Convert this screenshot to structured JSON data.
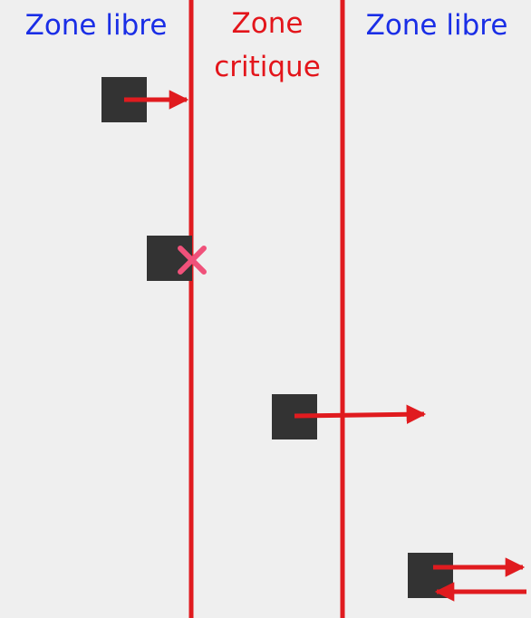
{
  "labels": {
    "left_zone": "Zone libre",
    "center_zone_line1": "Zone",
    "center_zone_line2": "critique",
    "right_zone": "Zone libre"
  },
  "colors": {
    "background": "#efefef",
    "free_zone_text": "#1a2ee6",
    "critical_zone_text": "#e3151b",
    "boundary": "#e01b1f",
    "arrow": "#e01b1f",
    "block": "#333333",
    "cross_mark": "#f0517a"
  },
  "icons": {
    "blocked": "cross-icon"
  }
}
